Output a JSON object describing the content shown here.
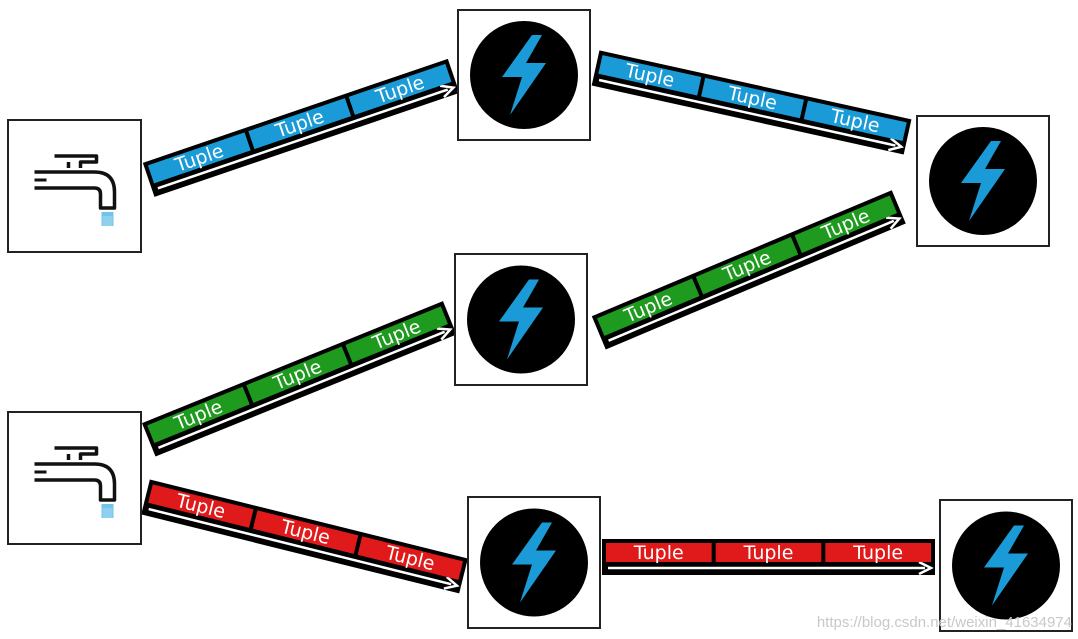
{
  "tuple_label": "Tuple",
  "colors": {
    "blue": "#1a9bd7",
    "green": "#1e9b1e",
    "red": "#e01a1a",
    "bolt": "#1a9bd7",
    "bolt_bg": "#000000",
    "box_border": "#222222",
    "water": "#5ab8e8"
  },
  "nodes": [
    {
      "id": "spout-1",
      "type": "spout",
      "icon": "faucet-icon"
    },
    {
      "id": "spout-2",
      "type": "spout",
      "icon": "faucet-icon"
    },
    {
      "id": "bolt-1",
      "type": "bolt",
      "icon": "lightning-bolt-icon"
    },
    {
      "id": "bolt-2",
      "type": "bolt",
      "icon": "lightning-bolt-icon"
    },
    {
      "id": "bolt-3",
      "type": "bolt",
      "icon": "lightning-bolt-icon"
    },
    {
      "id": "bolt-4",
      "type": "bolt",
      "icon": "lightning-bolt-icon"
    },
    {
      "id": "bolt-5",
      "type": "bolt",
      "icon": "lightning-bolt-icon"
    }
  ],
  "streams": [
    {
      "id": "stream-spout1-bolt1",
      "color": "blue",
      "tuples": [
        "Tuple",
        "Tuple",
        "Tuple"
      ]
    },
    {
      "id": "stream-bolt1-bolt2",
      "color": "blue",
      "tuples": [
        "Tuple",
        "Tuple",
        "Tuple"
      ]
    },
    {
      "id": "stream-spout2-bolt3",
      "color": "green",
      "tuples": [
        "Tuple",
        "Tuple",
        "Tuple"
      ]
    },
    {
      "id": "stream-bolt3-bolt2",
      "color": "green",
      "tuples": [
        "Tuple",
        "Tuple",
        "Tuple"
      ]
    },
    {
      "id": "stream-spout2-bolt4",
      "color": "red",
      "tuples": [
        "Tuple",
        "Tuple",
        "Tuple"
      ]
    },
    {
      "id": "stream-bolt4-bolt5",
      "color": "red",
      "tuples": [
        "Tuple",
        "Tuple",
        "Tuple"
      ]
    }
  ],
  "watermark": "https://blog.csdn.net/weixin_41634974"
}
